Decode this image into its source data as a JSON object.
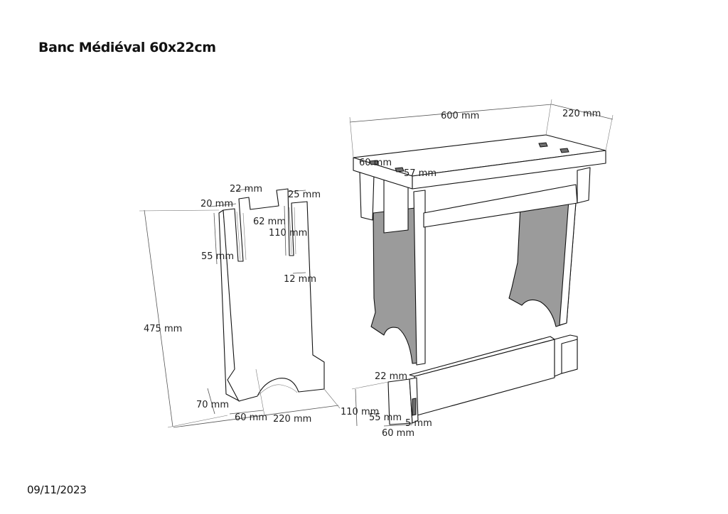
{
  "title": "Banc Médiéval 60x22cm",
  "date": "09/11/2023",
  "side_panel": {
    "dimensions": {
      "height": "475 mm",
      "width": "220 mm",
      "foot_height": "70 mm",
      "foot_width": "60 mm",
      "slot_width": "22 mm",
      "slot_offset": "20 mm",
      "tenon_width": "25 mm",
      "center_gap": "62 mm",
      "tenon_height": "110 mm",
      "slot_depth": "55 mm",
      "slot_thickness": "12 mm"
    }
  },
  "assembly": {
    "dimensions": {
      "length": "600 mm",
      "depth": "220 mm",
      "mortise_inset": "60 mm",
      "mortise_spacing": "57 mm"
    }
  },
  "stretcher": {
    "dimensions": {
      "width": "22 mm",
      "height": "110 mm",
      "notch_depth": "55 mm",
      "notch_width": "5 mm",
      "end_length": "60 mm"
    }
  }
}
